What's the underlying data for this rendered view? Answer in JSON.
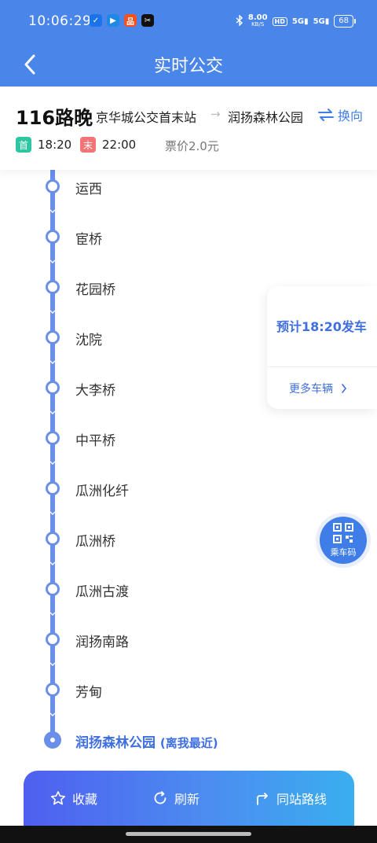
{
  "status": {
    "time": "10:06:29",
    "net_speed_value": "8.00",
    "net_speed_unit": "KB/S",
    "hd": "HD",
    "sig1": "5G",
    "sig2": "5G",
    "battery": "68"
  },
  "header": {
    "title": "实时公交"
  },
  "route": {
    "number": "116路晚",
    "from": "京华城公交首末站",
    "arrow": "→",
    "to": "润扬森林公园",
    "switch_label": "换向",
    "first_tag": "首",
    "first_time": "18:20",
    "last_tag": "末",
    "last_time": "22:00",
    "fare": "票价2.0元"
  },
  "stops": [
    "运西",
    "宦桥",
    "花园桥",
    "沈院",
    "大李桥",
    "中平桥",
    "瓜洲化纤",
    "瓜洲桥",
    "瓜洲古渡",
    "润扬南路",
    "芳甸"
  ],
  "final_stop": {
    "name": "润扬森林公园",
    "note": "(离我最近)"
  },
  "bus_panel": {
    "eta": "预计18:20发车",
    "more": "更多车辆"
  },
  "qr": {
    "label": "乘车码"
  },
  "bottom": {
    "favorite": "收藏",
    "refresh": "刷新",
    "same_station": "同站路线"
  },
  "colors": {
    "primary": "#4a86ea",
    "accent": "#3f6fe0",
    "track": "#6a8fea",
    "first_tag": "#2cc6a2",
    "last_tag": "#f27474"
  }
}
